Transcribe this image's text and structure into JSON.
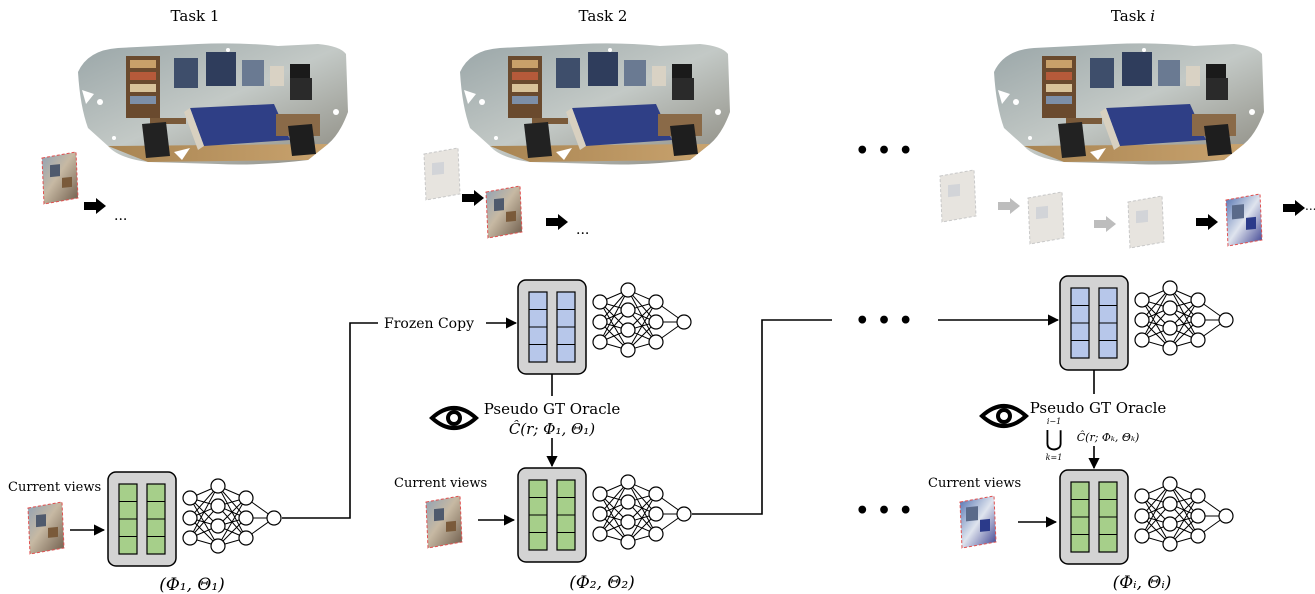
{
  "tasks": [
    {
      "title": "Task 1",
      "param_label": "(Φ₁, Θ₁)",
      "current_views_label": "Current views"
    },
    {
      "title": "Task 2",
      "param_label": "(Φ₂, Θ₂)",
      "current_views_label": "Current views"
    },
    {
      "title": "Task 𝑖",
      "param_label": "(Φᵢ, Θᵢ)",
      "current_views_label": "Current views"
    }
  ],
  "frozen_copy_label": "Frozen Copy",
  "oracle": {
    "title": "Pseudo GT Oracle",
    "formula_task2": "Ĉ(r; Φ₁, Θ₁)",
    "formula_union_top": "i−1",
    "formula_union_symbol": "⋃",
    "formula_union_bottom": "k=1",
    "formula_union_term": "Ĉ(r; Φₖ, Θₖ)"
  },
  "ellipsis": "• • •",
  "trail_dots": "...",
  "colors": {
    "frozen_cell": "#b7c7ea",
    "trainable_cell": "#a6cf8a",
    "block_fill": "#d3d3d3",
    "frame_border": "#e05050"
  },
  "icons": [
    "eye-icon",
    "arrow-right-icon",
    "neural-network-icon",
    "scene-pointcloud-icon"
  ]
}
